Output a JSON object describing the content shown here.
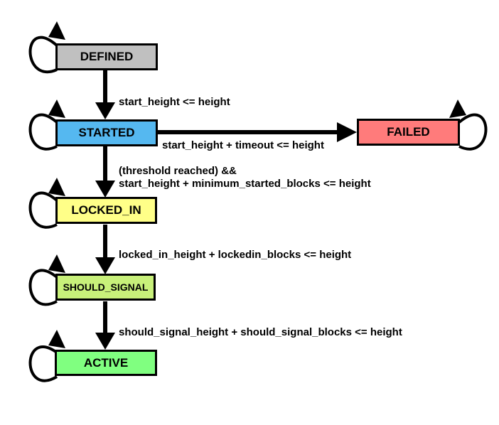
{
  "states": {
    "defined": {
      "label": "DEFINED",
      "color": "#c0c0c0"
    },
    "started": {
      "label": "STARTED",
      "color": "#55b8f0"
    },
    "failed": {
      "label": "FAILED",
      "color": "#ff7b7b"
    },
    "locked_in": {
      "label": "LOCKED_IN",
      "color": "#ffff88"
    },
    "should_signal": {
      "label": "SHOULD_SIGNAL",
      "color": "#c8f07a"
    },
    "active": {
      "label": "ACTIVE",
      "color": "#80ff80"
    }
  },
  "transitions": {
    "defined_to_started": "start_height <= height",
    "started_to_failed": "start_height + timeout <= height",
    "started_to_locked_in_line1": "(threshold reached) &&",
    "started_to_locked_in_line2": "start_height + minimum_started_blocks <= height",
    "locked_in_to_should_signal": "locked_in_height + lockedin_blocks <=  height",
    "should_signal_to_active": "should_signal_height + should_signal_blocks <= height"
  }
}
